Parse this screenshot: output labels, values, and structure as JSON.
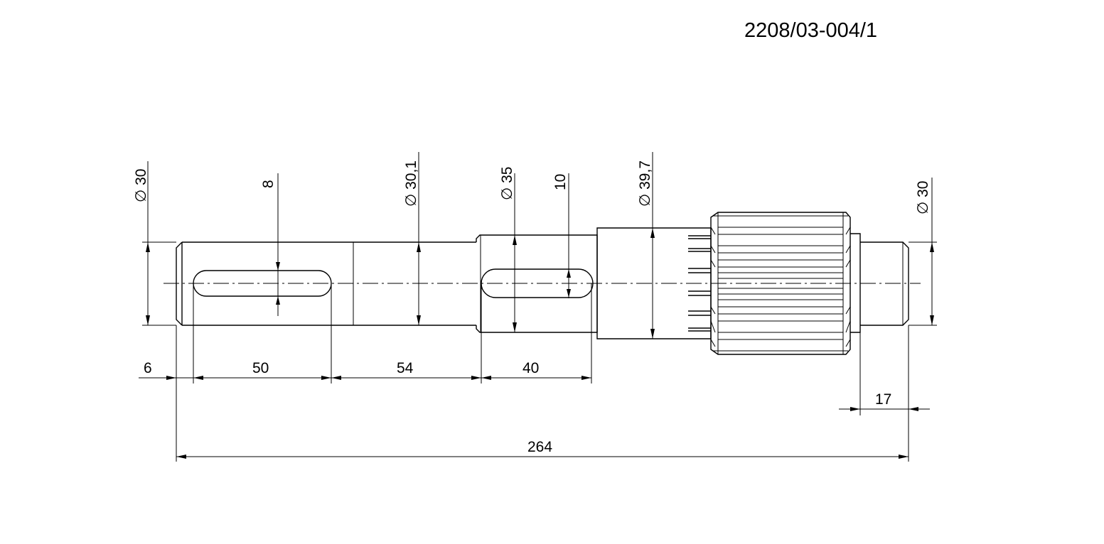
{
  "drawing_number": "2208/03-004/1",
  "dimensions": {
    "dia_left": "∅ 30",
    "key1_width": "8",
    "dia_mid": "∅ 30,1",
    "dia_35": "∅ 35",
    "key2_width": "10",
    "dia_gear": "∅ 39,7",
    "dia_right": "∅ 30",
    "len_6": "6",
    "len_50": "50",
    "len_54": "54",
    "len_40": "40",
    "len_17": "17",
    "len_total": "264"
  }
}
